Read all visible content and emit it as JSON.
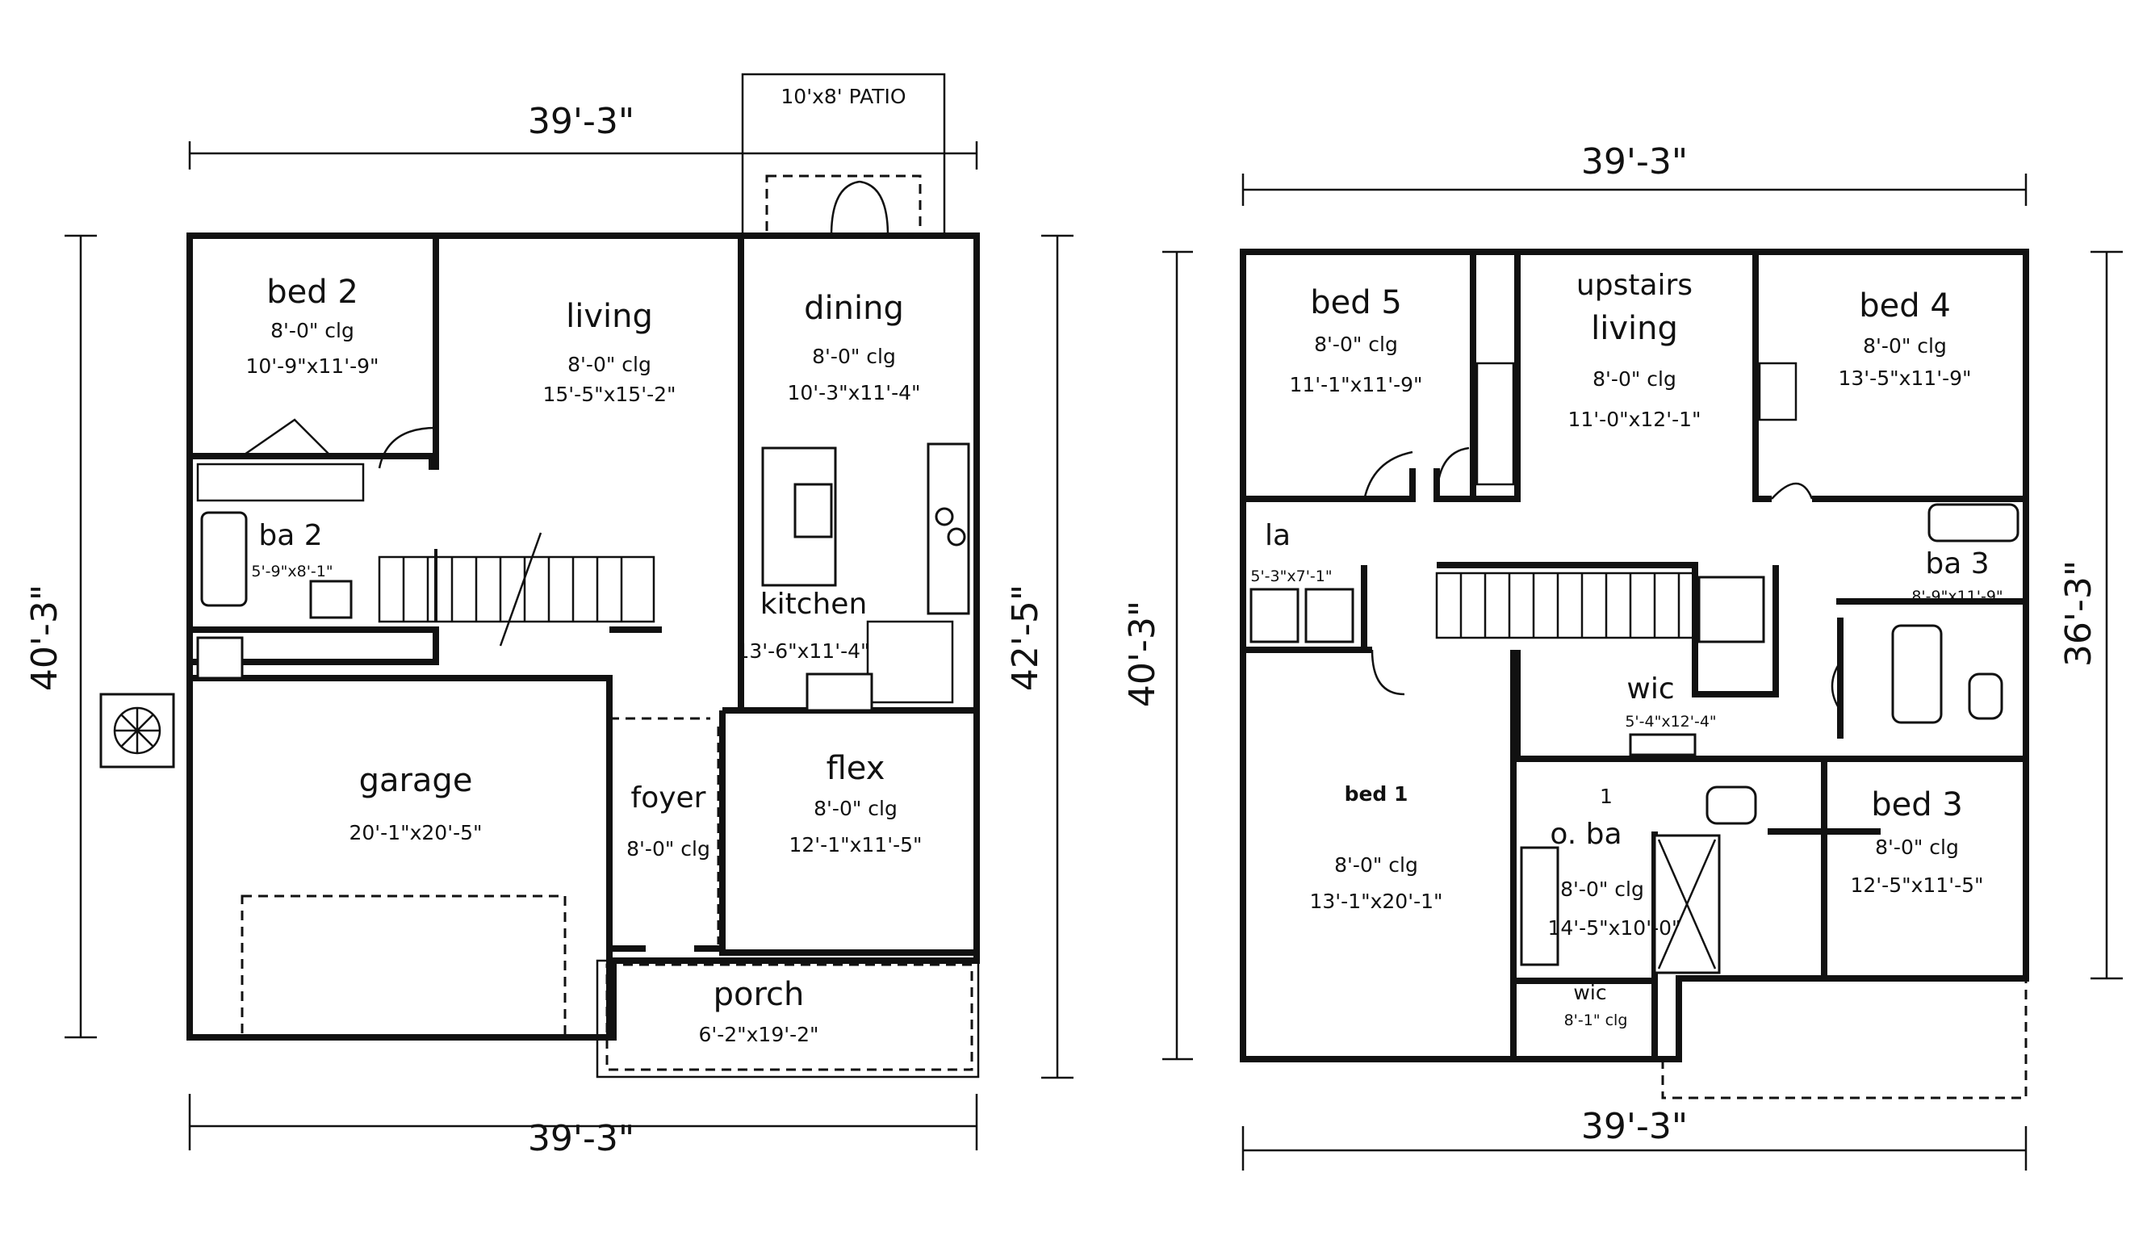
{
  "first_floor": {
    "patio_label": "10'x8' PATIO",
    "top_width": "39'-3\"",
    "bottom_width": "39'-3\"",
    "left_depth": "40'-3\"",
    "right_depth": "42'-5\"",
    "rooms": {
      "bed2": {
        "name": "bed 2",
        "clg": "8'-0\" clg",
        "size": "10'-9\"x11'-9\""
      },
      "living": {
        "name": "living",
        "clg": "8'-0\" clg",
        "size": "15'-5\"x15'-2\""
      },
      "dining": {
        "name": "dining",
        "clg": "8'-0\" clg",
        "size": "10'-3\"x11'-4\""
      },
      "ba2": {
        "name": "ba 2",
        "size": "5'-9\"x8'-1\""
      },
      "kitchen": {
        "name": "kitchen",
        "size": "13'-6\"x11'-4\""
      },
      "garage": {
        "name": "garage",
        "size": "20'-1\"x20'-5\""
      },
      "foyer": {
        "name": "foyer",
        "clg": "8'-0\" clg"
      },
      "flex": {
        "name": "flex",
        "clg": "8'-0\" clg",
        "size": "12'-1\"x11'-5\""
      },
      "porch": {
        "name": "porch",
        "size": "6'-2\"x19'-2\""
      }
    }
  },
  "second_floor": {
    "top_width": "39'-3\"",
    "bottom_width": "39'-3\"",
    "left_depth": "40'-3\"",
    "right_depth": "36'-3\"",
    "rooms": {
      "bed5": {
        "name": "bed 5",
        "clg": "8'-0\" clg",
        "size": "11'-1\"x11'-9\""
      },
      "upstairs_living": {
        "name_1": "upstairs",
        "name_2": "living",
        "clg": "8'-0\" clg",
        "size": "11'-0\"x12'-1\""
      },
      "bed4": {
        "name": "bed 4",
        "clg": "8'-0\" clg",
        "size": "13'-5\"x11'-9\""
      },
      "la": {
        "name": "la",
        "size": "5'-3\"x7'-1\""
      },
      "ba3": {
        "name": "ba 3",
        "size": "8'-9\"x11'-9\""
      },
      "wic_main": {
        "name": "wic",
        "size": "5'-4\"x12'-4\""
      },
      "bed1": {
        "name": "bed 1",
        "clg": "8'-0\" clg",
        "size": "13'-1\"x20'-1\""
      },
      "obath": {
        "name_1": "1",
        "name_2": "o. ba",
        "clg": "8'-0\" clg",
        "size": "14'-5\"x10'-0\""
      },
      "bed3": {
        "name": "bed 3",
        "clg": "8'-0\" clg",
        "size": "12'-5\"x11'-5\""
      },
      "wic_small": {
        "name": "wic",
        "clg": "8'-1\" clg"
      }
    }
  }
}
